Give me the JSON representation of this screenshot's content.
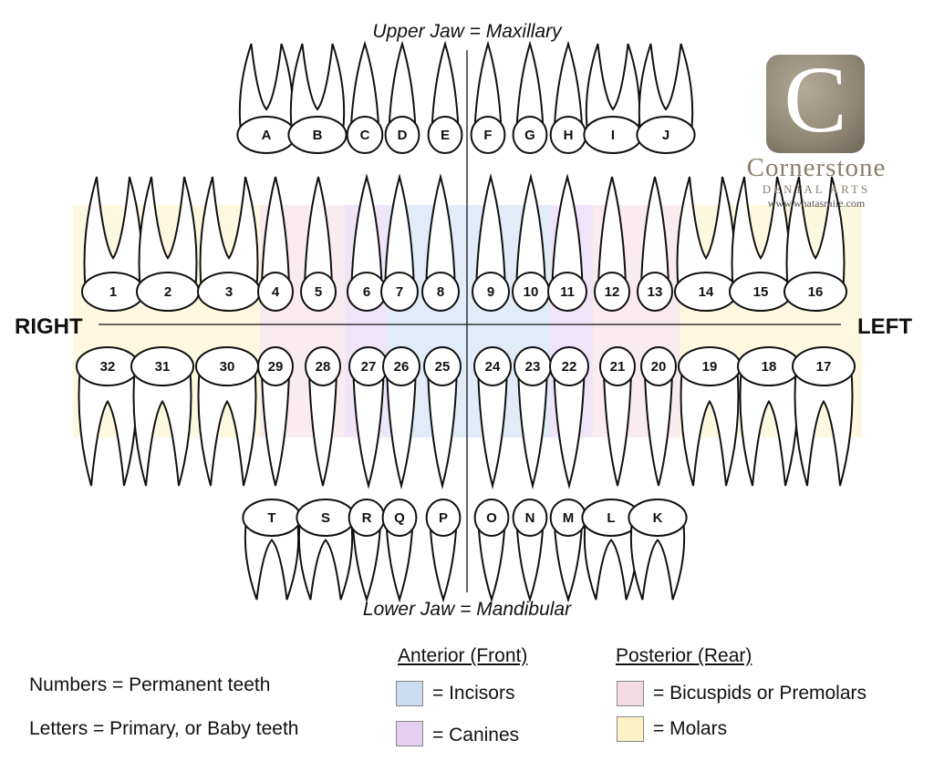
{
  "titles": {
    "upper": "Upper Jaw = Maxillary",
    "lower": "Lower Jaw = Mandibular",
    "right": "RIGHT",
    "left": "LEFT"
  },
  "logo": {
    "mark": "C",
    "name": "Cornerstone",
    "sub": "DENTAL ARTS",
    "url": "www.whatasmile.com",
    "color": "#8a7f6b"
  },
  "legend": {
    "numbers": "Numbers = Permanent teeth",
    "letters": "Letters = Primary, or Baby teeth",
    "anterior": "Anterior (Front)",
    "posterior": "Posterior (Rear)",
    "incisors": "= Incisors",
    "canines": "= Canines",
    "bicuspids": "= Bicuspids or Premolars",
    "molars": "= Molars"
  },
  "colors": {
    "incisor": "#c9dcf2",
    "canine": "#e4cff2",
    "bicuspid": "#f4dbe3",
    "molar": "#fbf3c4"
  },
  "teeth": {
    "upper_primary": [
      {
        "label": "A",
        "type": "molar"
      },
      {
        "label": "B",
        "type": "molar"
      },
      {
        "label": "C",
        "type": "canine"
      },
      {
        "label": "D",
        "type": "incisor"
      },
      {
        "label": "E",
        "type": "incisor"
      },
      {
        "label": "F",
        "type": "incisor"
      },
      {
        "label": "G",
        "type": "incisor"
      },
      {
        "label": "H",
        "type": "canine"
      },
      {
        "label": "I",
        "type": "molar"
      },
      {
        "label": "J",
        "type": "molar"
      }
    ],
    "upper_permanent": [
      {
        "label": "1",
        "type": "molar"
      },
      {
        "label": "2",
        "type": "molar"
      },
      {
        "label": "3",
        "type": "molar"
      },
      {
        "label": "4",
        "type": "bicuspid"
      },
      {
        "label": "5",
        "type": "bicuspid"
      },
      {
        "label": "6",
        "type": "canine"
      },
      {
        "label": "7",
        "type": "incisor"
      },
      {
        "label": "8",
        "type": "incisor"
      },
      {
        "label": "9",
        "type": "incisor"
      },
      {
        "label": "10",
        "type": "incisor"
      },
      {
        "label": "11",
        "type": "canine"
      },
      {
        "label": "12",
        "type": "bicuspid"
      },
      {
        "label": "13",
        "type": "bicuspid"
      },
      {
        "label": "14",
        "type": "molar"
      },
      {
        "label": "15",
        "type": "molar"
      },
      {
        "label": "16",
        "type": "molar"
      }
    ],
    "lower_permanent": [
      {
        "label": "32",
        "type": "molar"
      },
      {
        "label": "31",
        "type": "molar"
      },
      {
        "label": "30",
        "type": "molar"
      },
      {
        "label": "29",
        "type": "bicuspid"
      },
      {
        "label": "28",
        "type": "bicuspid"
      },
      {
        "label": "27",
        "type": "canine"
      },
      {
        "label": "26",
        "type": "incisor"
      },
      {
        "label": "25",
        "type": "incisor"
      },
      {
        "label": "24",
        "type": "incisor"
      },
      {
        "label": "23",
        "type": "incisor"
      },
      {
        "label": "22",
        "type": "canine"
      },
      {
        "label": "21",
        "type": "bicuspid"
      },
      {
        "label": "20",
        "type": "bicuspid"
      },
      {
        "label": "19",
        "type": "molar"
      },
      {
        "label": "18",
        "type": "molar"
      },
      {
        "label": "17",
        "type": "molar"
      }
    ],
    "lower_primary": [
      {
        "label": "T",
        "type": "molar"
      },
      {
        "label": "S",
        "type": "molar"
      },
      {
        "label": "R",
        "type": "canine"
      },
      {
        "label": "Q",
        "type": "incisor"
      },
      {
        "label": "P",
        "type": "incisor"
      },
      {
        "label": "O",
        "type": "incisor"
      },
      {
        "label": "N",
        "type": "incisor"
      },
      {
        "label": "M",
        "type": "canine"
      },
      {
        "label": "L",
        "type": "molar"
      },
      {
        "label": "K",
        "type": "molar"
      }
    ]
  }
}
